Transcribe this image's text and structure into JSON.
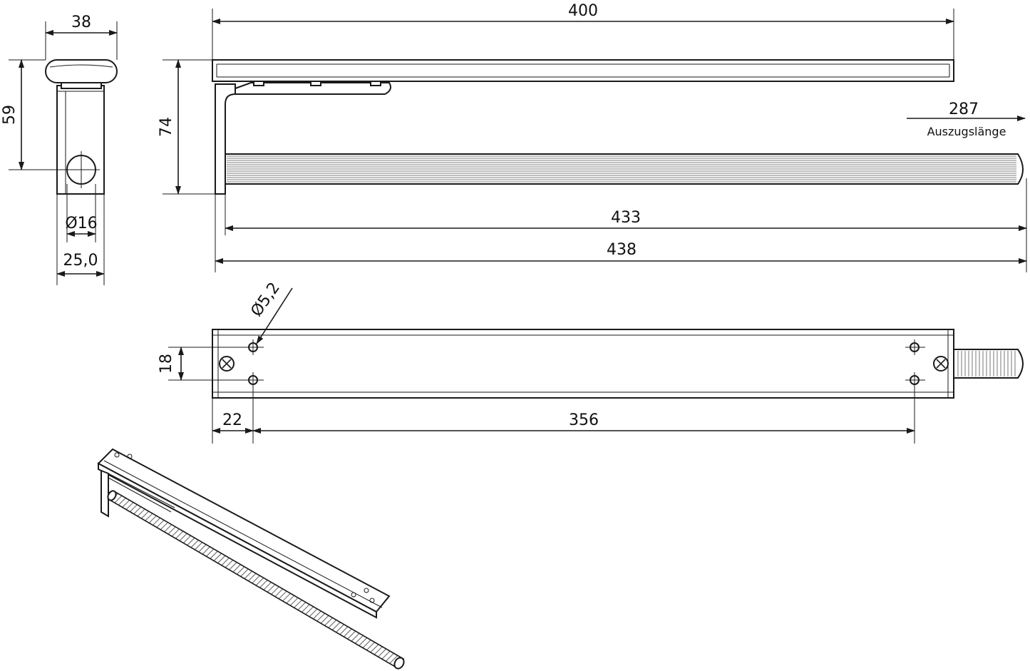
{
  "dimensions": {
    "width_38": "38",
    "height_59": "59",
    "diameter_16": "Ø16",
    "width_25": "25,0",
    "height_74": "74",
    "length_400": "400",
    "extension_287": "287",
    "extension_label": "Auszugslänge",
    "length_433": "433",
    "length_438": "438",
    "hole_diameter": "Ø5,2",
    "spacing_18": "18",
    "offset_22": "22",
    "spacing_356": "356"
  },
  "colors": {
    "line": "#1a1a1a",
    "background": "#ffffff"
  }
}
